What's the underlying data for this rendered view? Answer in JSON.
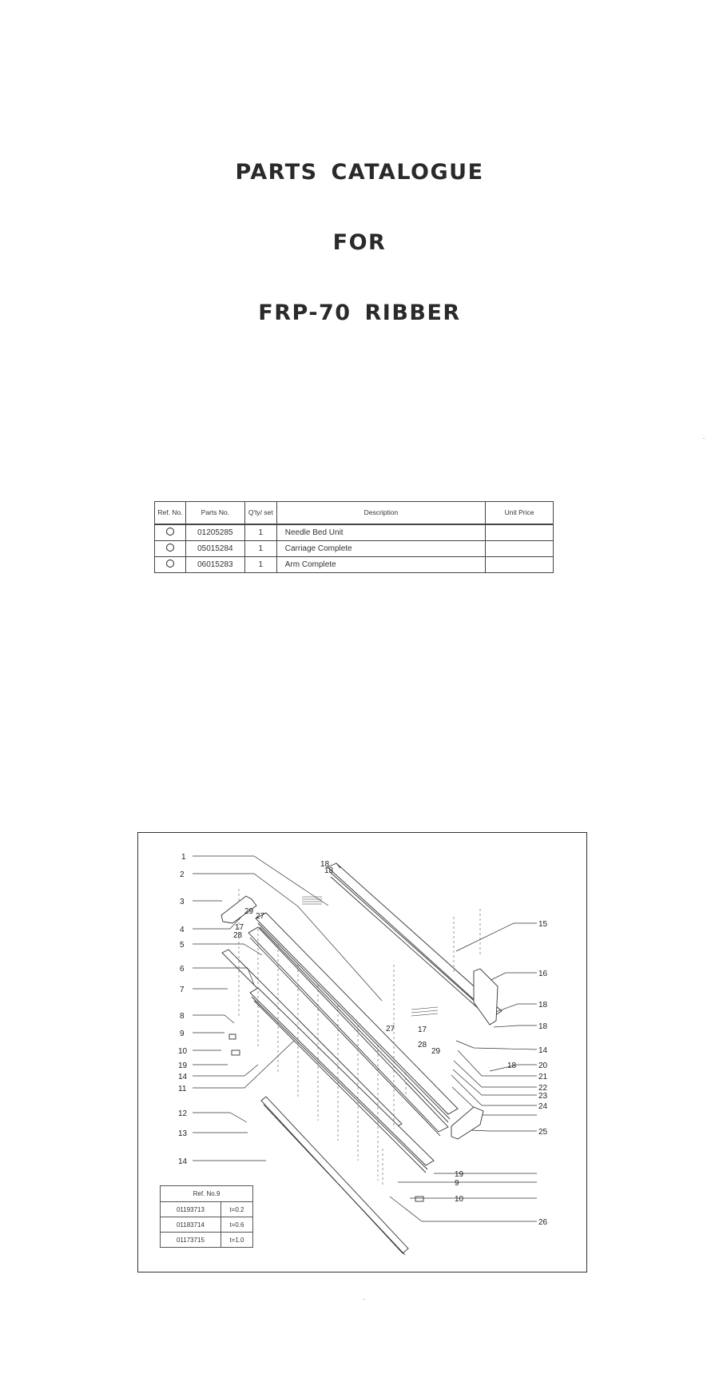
{
  "document": {
    "title_lines": [
      "PARTS CATALOGUE",
      "FOR",
      "FRP-70 RIBBER"
    ]
  },
  "parts_table": {
    "headers": {
      "ref_no": "Ref. No.",
      "parts_no": "Parts No.",
      "qty": "Q'ty/ set",
      "description": "Description",
      "unit_price": "Unit Price"
    },
    "rows": [
      {
        "ref_mark": "circle",
        "parts_no": "01205285",
        "qty": "1",
        "description": "Needle Bed Unit",
        "unit_price": ""
      },
      {
        "ref_mark": "circle",
        "parts_no": "05015284",
        "qty": "1",
        "description": "Carriage Complete",
        "unit_price": ""
      },
      {
        "ref_mark": "circle",
        "parts_no": "06015283",
        "qty": "1",
        "description": "Arm Complete",
        "unit_price": ""
      }
    ]
  },
  "diagram": {
    "left_labels": [
      "1",
      "2",
      "3",
      "4",
      "5",
      "6",
      "7",
      "8",
      "9",
      "10",
      "19",
      "14",
      "11",
      "12",
      "13",
      "14"
    ],
    "right_labels": [
      "15",
      "16",
      "18",
      "18",
      "14",
      "18",
      "20",
      "21",
      "22",
      "23",
      "24",
      "25",
      "19",
      "9",
      "10",
      "26"
    ],
    "inner_labels": [
      "18",
      "18",
      "29",
      "27",
      "17",
      "28",
      "27",
      "17",
      "28",
      "29"
    ],
    "ref9_table": {
      "header": "Ref. No.9",
      "rows": [
        {
          "parts_no": "01193713",
          "thickness": "t=0.2"
        },
        {
          "parts_no": "01183714",
          "thickness": "t=0.6"
        },
        {
          "parts_no": "01173715",
          "thickness": "t=1.0"
        }
      ]
    }
  }
}
